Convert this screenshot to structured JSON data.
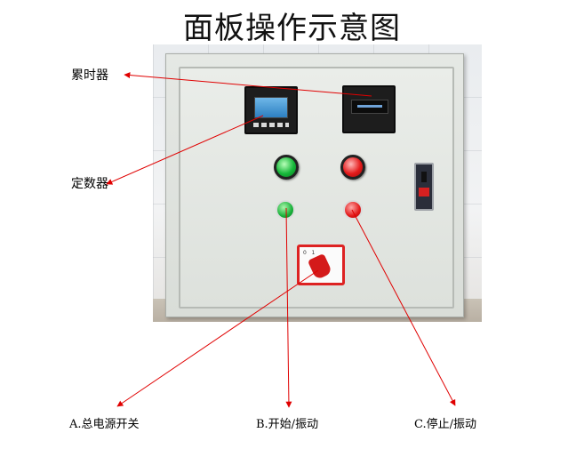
{
  "title": "面板操作示意图",
  "labels": {
    "timer": "累时器",
    "counter": "定数器",
    "power_switch": "A.总电源开关",
    "start_vibrate": "B.开始/振动",
    "stop_vibrate": "C.停止/振动"
  },
  "colors": {
    "arrow": "#e00000",
    "lamp_green": "#16b83a",
    "lamp_red": "#e41b1b"
  }
}
